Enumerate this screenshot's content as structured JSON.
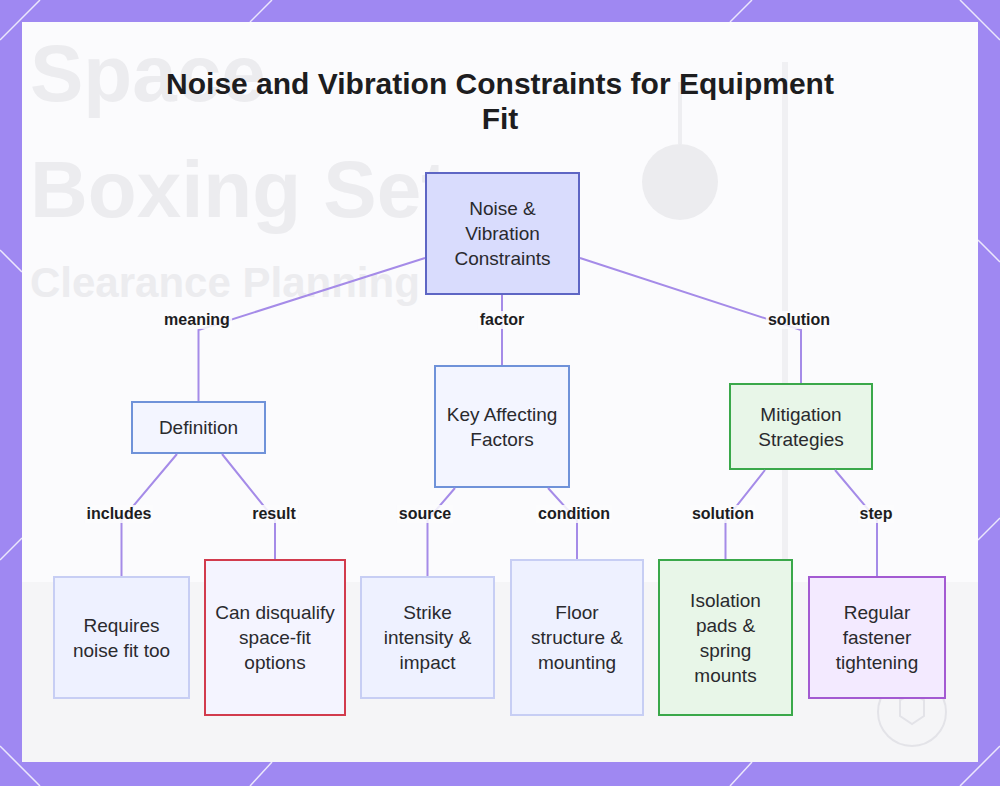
{
  "diagram": {
    "title": "Noise and Vibration Constraints for Equipment Fit",
    "nodes": [
      {
        "text": [
          "Noise & Vibration Constraints"
        ]
      },
      {
        "text": [
          "Definition"
        ]
      },
      {
        "text": [
          "Key Affecting Factors"
        ]
      },
      {
        "text": [
          "Mitigation Strategies"
        ]
      },
      {
        "text": [
          "Requires noise fit too"
        ]
      },
      {
        "text": [
          "Can disqualify space-fit options"
        ]
      },
      {
        "text": [
          "Strike intensity & impact"
        ]
      },
      {
        "text": [
          "Floor structure & mounting"
        ]
      },
      {
        "text": [
          "Isolation pads & spring mounts"
        ]
      },
      {
        "text": [
          "Regular fastener tightening"
        ]
      }
    ],
    "edges": [
      {
        "from": 0,
        "to": 1,
        "label": "meaning",
        "arrow": "none"
      },
      {
        "from": 0,
        "to": 2,
        "label": "factor",
        "arrow": "none"
      },
      {
        "from": 0,
        "to": 3,
        "label": "solution",
        "arrow": "none"
      },
      {
        "from": 1,
        "to": 4,
        "label": "includes",
        "arrow": "none"
      },
      {
        "from": 1,
        "to": 5,
        "label": "result",
        "arrow": "none"
      },
      {
        "from": 2,
        "to": 6,
        "label": "source",
        "arrow": "none"
      },
      {
        "from": 2,
        "to": 7,
        "label": "condition",
        "arrow": "none"
      },
      {
        "from": 3,
        "to": 8,
        "label": "solution",
        "arrow": "none"
      },
      {
        "from": 3,
        "to": 9,
        "label": "step",
        "arrow": "none"
      }
    ],
    "labels": [
      "Space",
      "Boxing Setup",
      "Clearance Planning"
    ]
  }
}
